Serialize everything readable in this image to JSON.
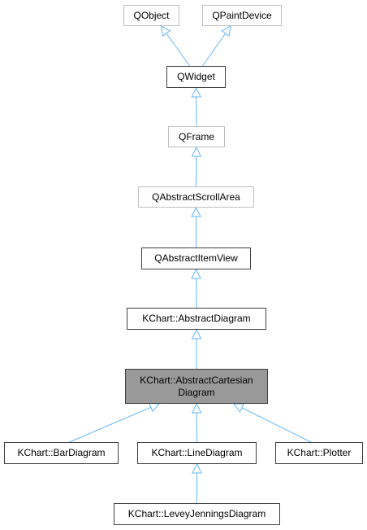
{
  "colors": {
    "edge": "#63b8ff",
    "external_border": "#bfbfbf",
    "documented_border": "#404040",
    "current_fill": "#999999"
  },
  "nodes": {
    "qobject": "QObject",
    "qpaintdevice": "QPaintDevice",
    "qwidget": "QWidget",
    "qframe": "QFrame",
    "qabstractscrollarea": "QAbstractScrollArea",
    "qabstractitemview": "QAbstractItemView",
    "abstractdiagram": "KChart::AbstractDiagram",
    "abstractcartesiandiagram": "KChart::AbstractCartesian\nDiagram",
    "bardiagram": "KChart::BarDiagram",
    "linediagram": "KChart::LineDiagram",
    "plotter": "KChart::Plotter",
    "leveyjenningsdiagram": "KChart::LeveyJenningsDiagram"
  },
  "edges": [
    {
      "from": "qwidget",
      "to": "qobject"
    },
    {
      "from": "qwidget",
      "to": "qpaintdevice"
    },
    {
      "from": "qframe",
      "to": "qwidget"
    },
    {
      "from": "qabstractscrollarea",
      "to": "qframe"
    },
    {
      "from": "qabstractitemview",
      "to": "qabstractscrollarea"
    },
    {
      "from": "abstractdiagram",
      "to": "qabstractitemview"
    },
    {
      "from": "abstractcartesiandiagram",
      "to": "abstractdiagram"
    },
    {
      "from": "bardiagram",
      "to": "abstractcartesiandiagram"
    },
    {
      "from": "linediagram",
      "to": "abstractcartesiandiagram"
    },
    {
      "from": "plotter",
      "to": "abstractcartesiandiagram"
    },
    {
      "from": "leveyjenningsdiagram",
      "to": "linediagram"
    }
  ]
}
